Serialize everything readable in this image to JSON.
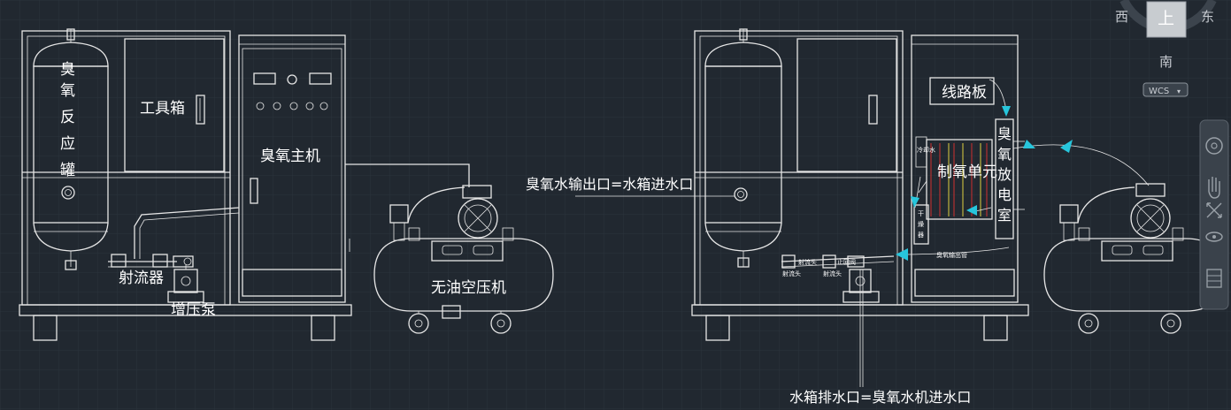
{
  "left_drawing": {
    "tank_label": "臭氧反应罐",
    "toolbox_label": "工具箱",
    "host_label": "臭氧主机",
    "ejector_label": "射流器",
    "pump_label": "增压泵",
    "compressor_label": "无油空压机"
  },
  "right_drawing": {
    "circuit_label": "线路板",
    "oxygen_unit_label": "制氧单元",
    "discharge_label": "臭氧放电室",
    "dryer_label": "干燥器",
    "tiny_left_label": "冷却水",
    "valve_label_1": "射流头",
    "valve_label_2": "止回阀",
    "valve_label_3": "射流头",
    "valve_label_4": "射流头",
    "pipe_label": "臭氧输出管"
  },
  "annotations": {
    "outlet_label": "臭氧水输出口=水箱进水口",
    "drain_label": "水箱排水口=臭氧水机进水口"
  },
  "viewcube": {
    "west": "西",
    "east": "东",
    "south": "南",
    "top": "上",
    "wcs": "WCS"
  },
  "colors": {
    "background": "#212830",
    "line": "#e6e6e6",
    "accent_cyan": "#27c6dc",
    "yellow": "#e0d040",
    "red": "#d03030"
  }
}
